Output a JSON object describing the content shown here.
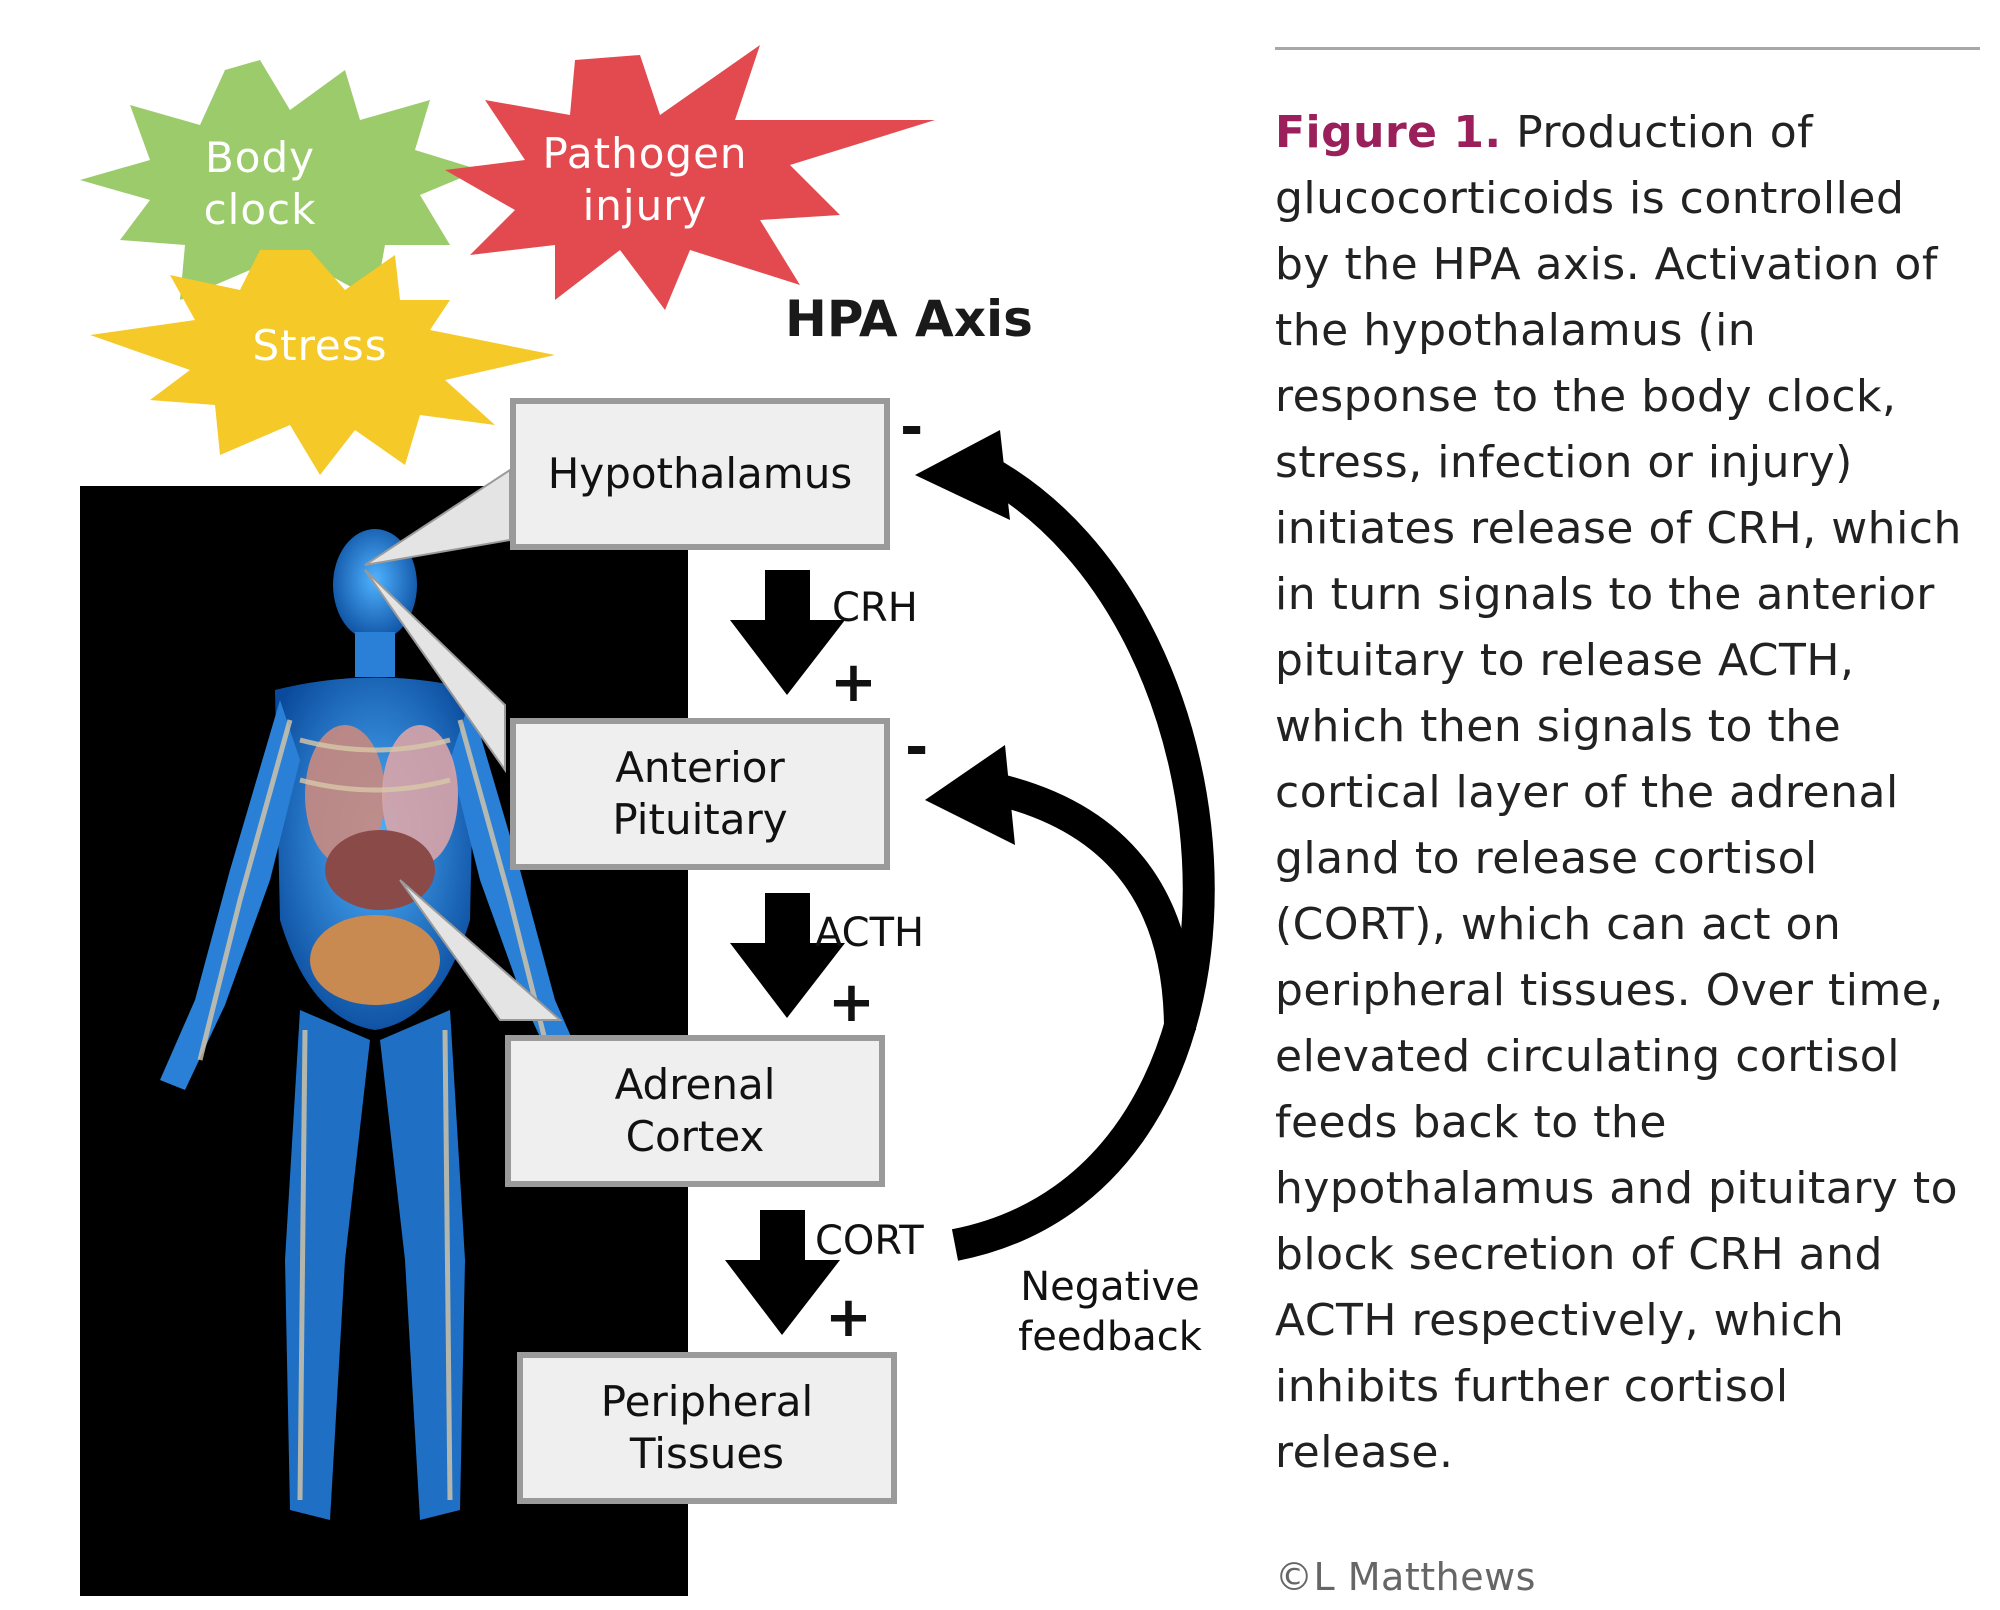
{
  "triggers": [
    {
      "label": "Body\nclock",
      "color": "#9ccb6c"
    },
    {
      "label": "Pathogen\ninjury",
      "color": "#e34a4f"
    },
    {
      "label": "Stress",
      "color": "#f5c928"
    }
  ],
  "diagram_title": "HPA Axis",
  "nodes": [
    {
      "label": "Hypothalamus"
    },
    {
      "label": "Anterior\nPituitary"
    },
    {
      "label": "Adrenal\nCortex"
    },
    {
      "label": "Peripheral\nTissues"
    }
  ],
  "hormones": [
    {
      "label": "CRH",
      "sign": "+"
    },
    {
      "label": "ACTH",
      "sign": "+"
    },
    {
      "label": "CORT",
      "sign": "+"
    }
  ],
  "feedback": {
    "label": "Negative\nfeedback",
    "sign": "-"
  },
  "caption": {
    "figure_label": "Figure 1.",
    "text": "Production of glucocorticoids is controlled by the HPA axis. Activation of the hypothalamus (in response to the body clock, stress, infection or injury) initiates release of CRH, which in turn signals to the anterior pituitary to release ACTH, which then signals to the cortical layer of the adrenal gland to release cortisol (CORT), which can act on peripheral tissues. Over time, elevated circulating cortisol feeds back to the hypothalamus and pituitary to block secretion of CRH and ACTH respectively, which inhibits further cortisol release.",
    "credit": "©L Matthews"
  },
  "colors": {
    "figure_label": "#9a1f5a",
    "box_fill": "#efefef",
    "box_border": "#9a9a9a"
  }
}
